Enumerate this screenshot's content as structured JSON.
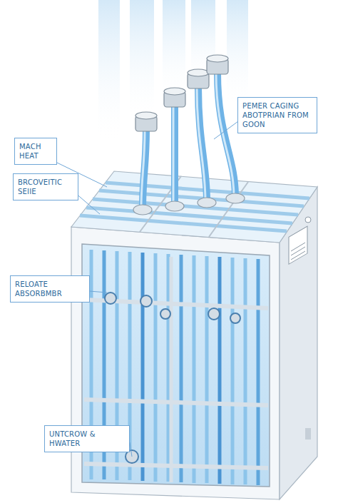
{
  "diagram": {
    "nodes": [
      {
        "text": [
          "PEMER CAGING ABOTPRIAN FROM GOON"
        ]
      },
      {
        "text": [
          "MACH HEAT"
        ]
      },
      {
        "text": [
          "BRCOVEITIC SEIIE"
        ]
      },
      {
        "text": [
          "RELOATE ABSORBMBR"
        ]
      },
      {
        "text": [
          "UNTCROW & HWATER"
        ]
      }
    ]
  }
}
